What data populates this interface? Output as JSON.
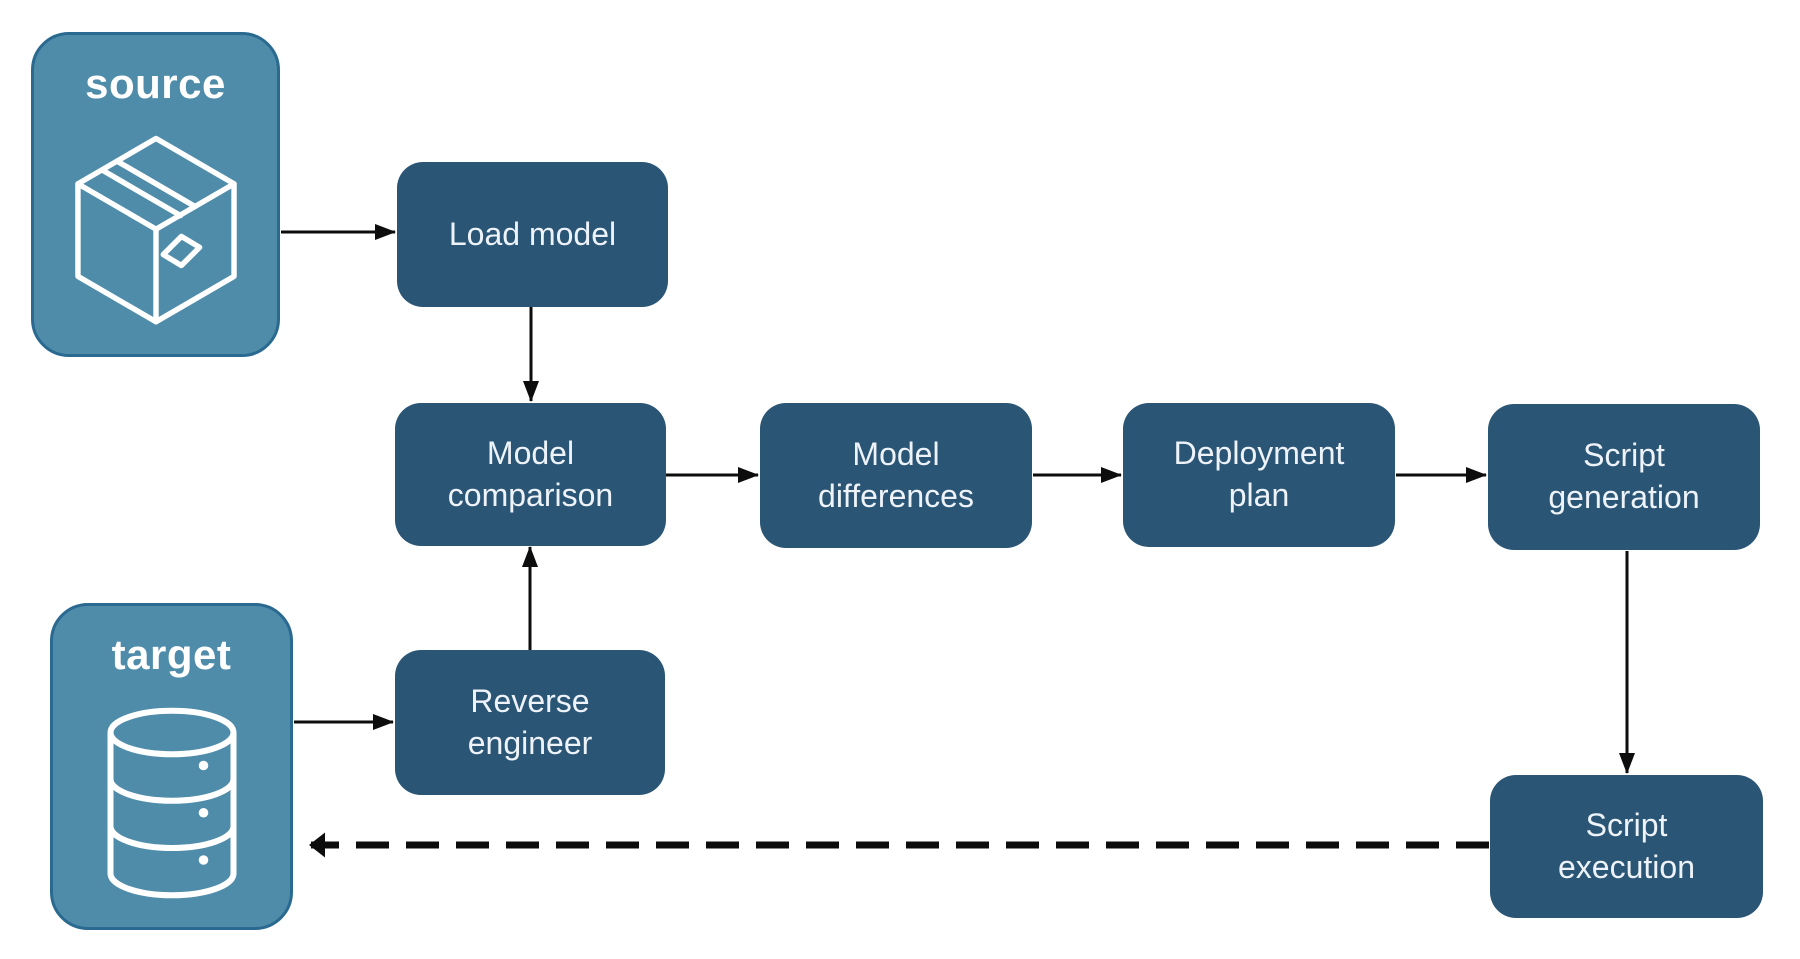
{
  "diagram": {
    "background_color": "#ffffff",
    "edge_color": "#0d0d0d",
    "entity_fill_color": "#4E8CAA",
    "entity_border_color": "#2A6A90",
    "step_fill_color": "#2A5575",
    "step_text_color": "#EDF3F8",
    "entities": {
      "source": {
        "label": "source",
        "icon": "package-icon"
      },
      "target": {
        "label": "target",
        "icon": "database-icon"
      }
    },
    "steps": [
      {
        "id": "load-model",
        "label": "Load model"
      },
      {
        "id": "model-comparison",
        "label": "Model comparison"
      },
      {
        "id": "model-differences",
        "label": "Model differences"
      },
      {
        "id": "deployment-plan",
        "label": "Deployment plan"
      },
      {
        "id": "script-generation",
        "label": "Script generation"
      },
      {
        "id": "reverse-engineer",
        "label": "Reverse engineer"
      },
      {
        "id": "script-execution",
        "label": "Script execution"
      }
    ],
    "edges": [
      {
        "from": "source",
        "to": "load-model",
        "style": "solid"
      },
      {
        "from": "load-model",
        "to": "model-comparison",
        "style": "solid"
      },
      {
        "from": "target",
        "to": "reverse-engineer",
        "style": "solid"
      },
      {
        "from": "reverse-engineer",
        "to": "model-comparison",
        "style": "solid"
      },
      {
        "from": "model-comparison",
        "to": "model-differences",
        "style": "solid"
      },
      {
        "from": "model-differences",
        "to": "deployment-plan",
        "style": "solid"
      },
      {
        "from": "deployment-plan",
        "to": "script-generation",
        "style": "solid"
      },
      {
        "from": "script-generation",
        "to": "script-execution",
        "style": "solid"
      },
      {
        "from": "script-execution",
        "to": "target",
        "style": "dashed"
      }
    ]
  }
}
